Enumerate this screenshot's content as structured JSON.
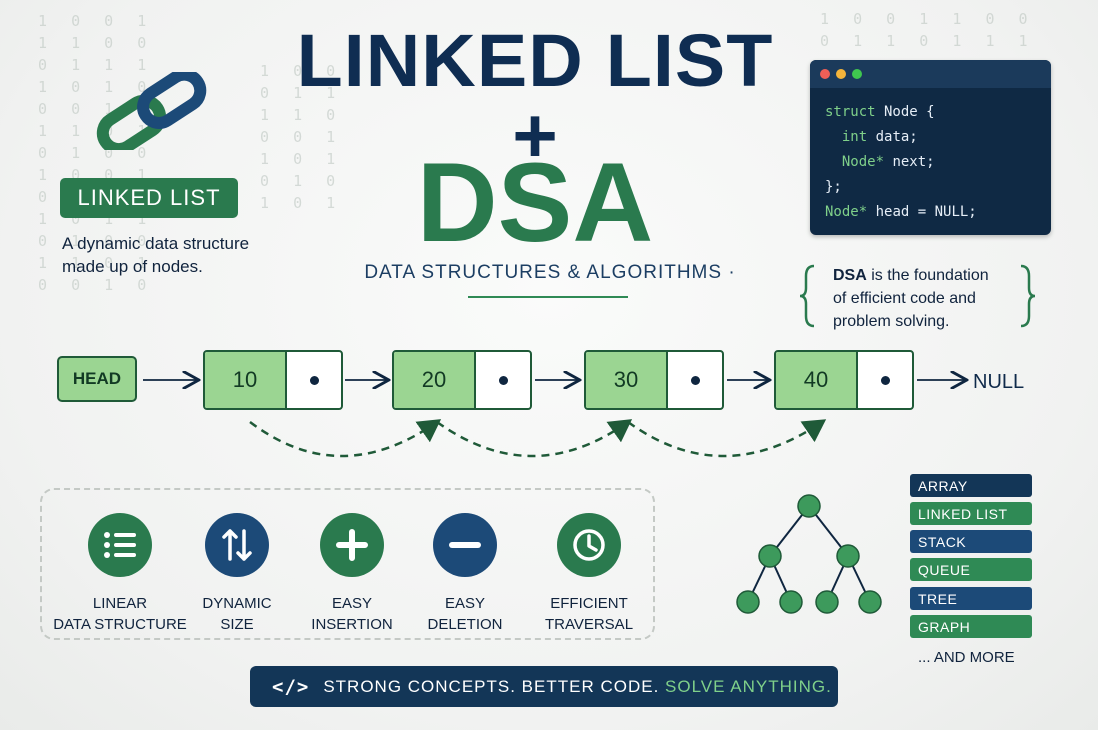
{
  "title": {
    "line1": "LINKED LIST",
    "plus": "+",
    "line2": "DSA",
    "subtitle": "DATA STRUCTURES & ALGORITHMS ·"
  },
  "linked_list_card": {
    "badge": "LINKED LIST",
    "description_line1": "A dynamic data structure",
    "description_line2": "made up of nodes."
  },
  "code": {
    "lines": [
      {
        "kw": "struct",
        "rest": " Node {"
      },
      {
        "kw": "  int",
        "rest": " data;"
      },
      {
        "kw": "  Node*",
        "rest": " next;"
      },
      {
        "kw": "",
        "rest": "};"
      },
      {
        "kw": "Node*",
        "rest": " head = NULL;"
      }
    ],
    "dot_colors": [
      "#ef5f57",
      "#f4b43b",
      "#3fc74f"
    ]
  },
  "note": {
    "bold": "DSA",
    "line1_rest": " is the foundation",
    "line2": "of efficient code and",
    "line3": "problem solving."
  },
  "linked_list": {
    "head": "HEAD",
    "nodes": [
      "10",
      "20",
      "30",
      "40"
    ],
    "null": "NULL"
  },
  "features": [
    {
      "line1": "LINEAR",
      "line2": "DATA STRUCTURE",
      "icon": "list-icon",
      "color": "#2a7a4e"
    },
    {
      "line1": "DYNAMIC",
      "line2": "SIZE",
      "icon": "resize-arrows-icon",
      "color": "#1c4a78"
    },
    {
      "line1": "EASY",
      "line2": "INSERTION",
      "icon": "plus-icon",
      "color": "#2a7a4e"
    },
    {
      "line1": "EASY",
      "line2": "DELETION",
      "icon": "minus-icon",
      "color": "#1c4a78"
    },
    {
      "line1": "EFFICIENT",
      "line2": "TRAVERSAL",
      "icon": "clock-icon",
      "color": "#2a7a4e"
    }
  ],
  "topics": {
    "items": [
      {
        "label": "ARRAY",
        "style": "navy"
      },
      {
        "label": "LINKED LIST",
        "style": "green"
      },
      {
        "label": "STACK",
        "style": "blue"
      },
      {
        "label": "QUEUE",
        "style": "green"
      },
      {
        "label": "TREE",
        "style": "blue"
      },
      {
        "label": "GRAPH",
        "style": "green"
      }
    ],
    "more": "... AND MORE"
  },
  "banner": {
    "icon": "</>",
    "text": "STRONG CONCEPTS. BETTER CODE.",
    "highlight": "SOLVE ANYTHING."
  },
  "colors": {
    "navy": "#0f2d52",
    "green": "#2a7a4e",
    "node_fill": "#9bd592",
    "accent_green": "#7fd08a"
  }
}
